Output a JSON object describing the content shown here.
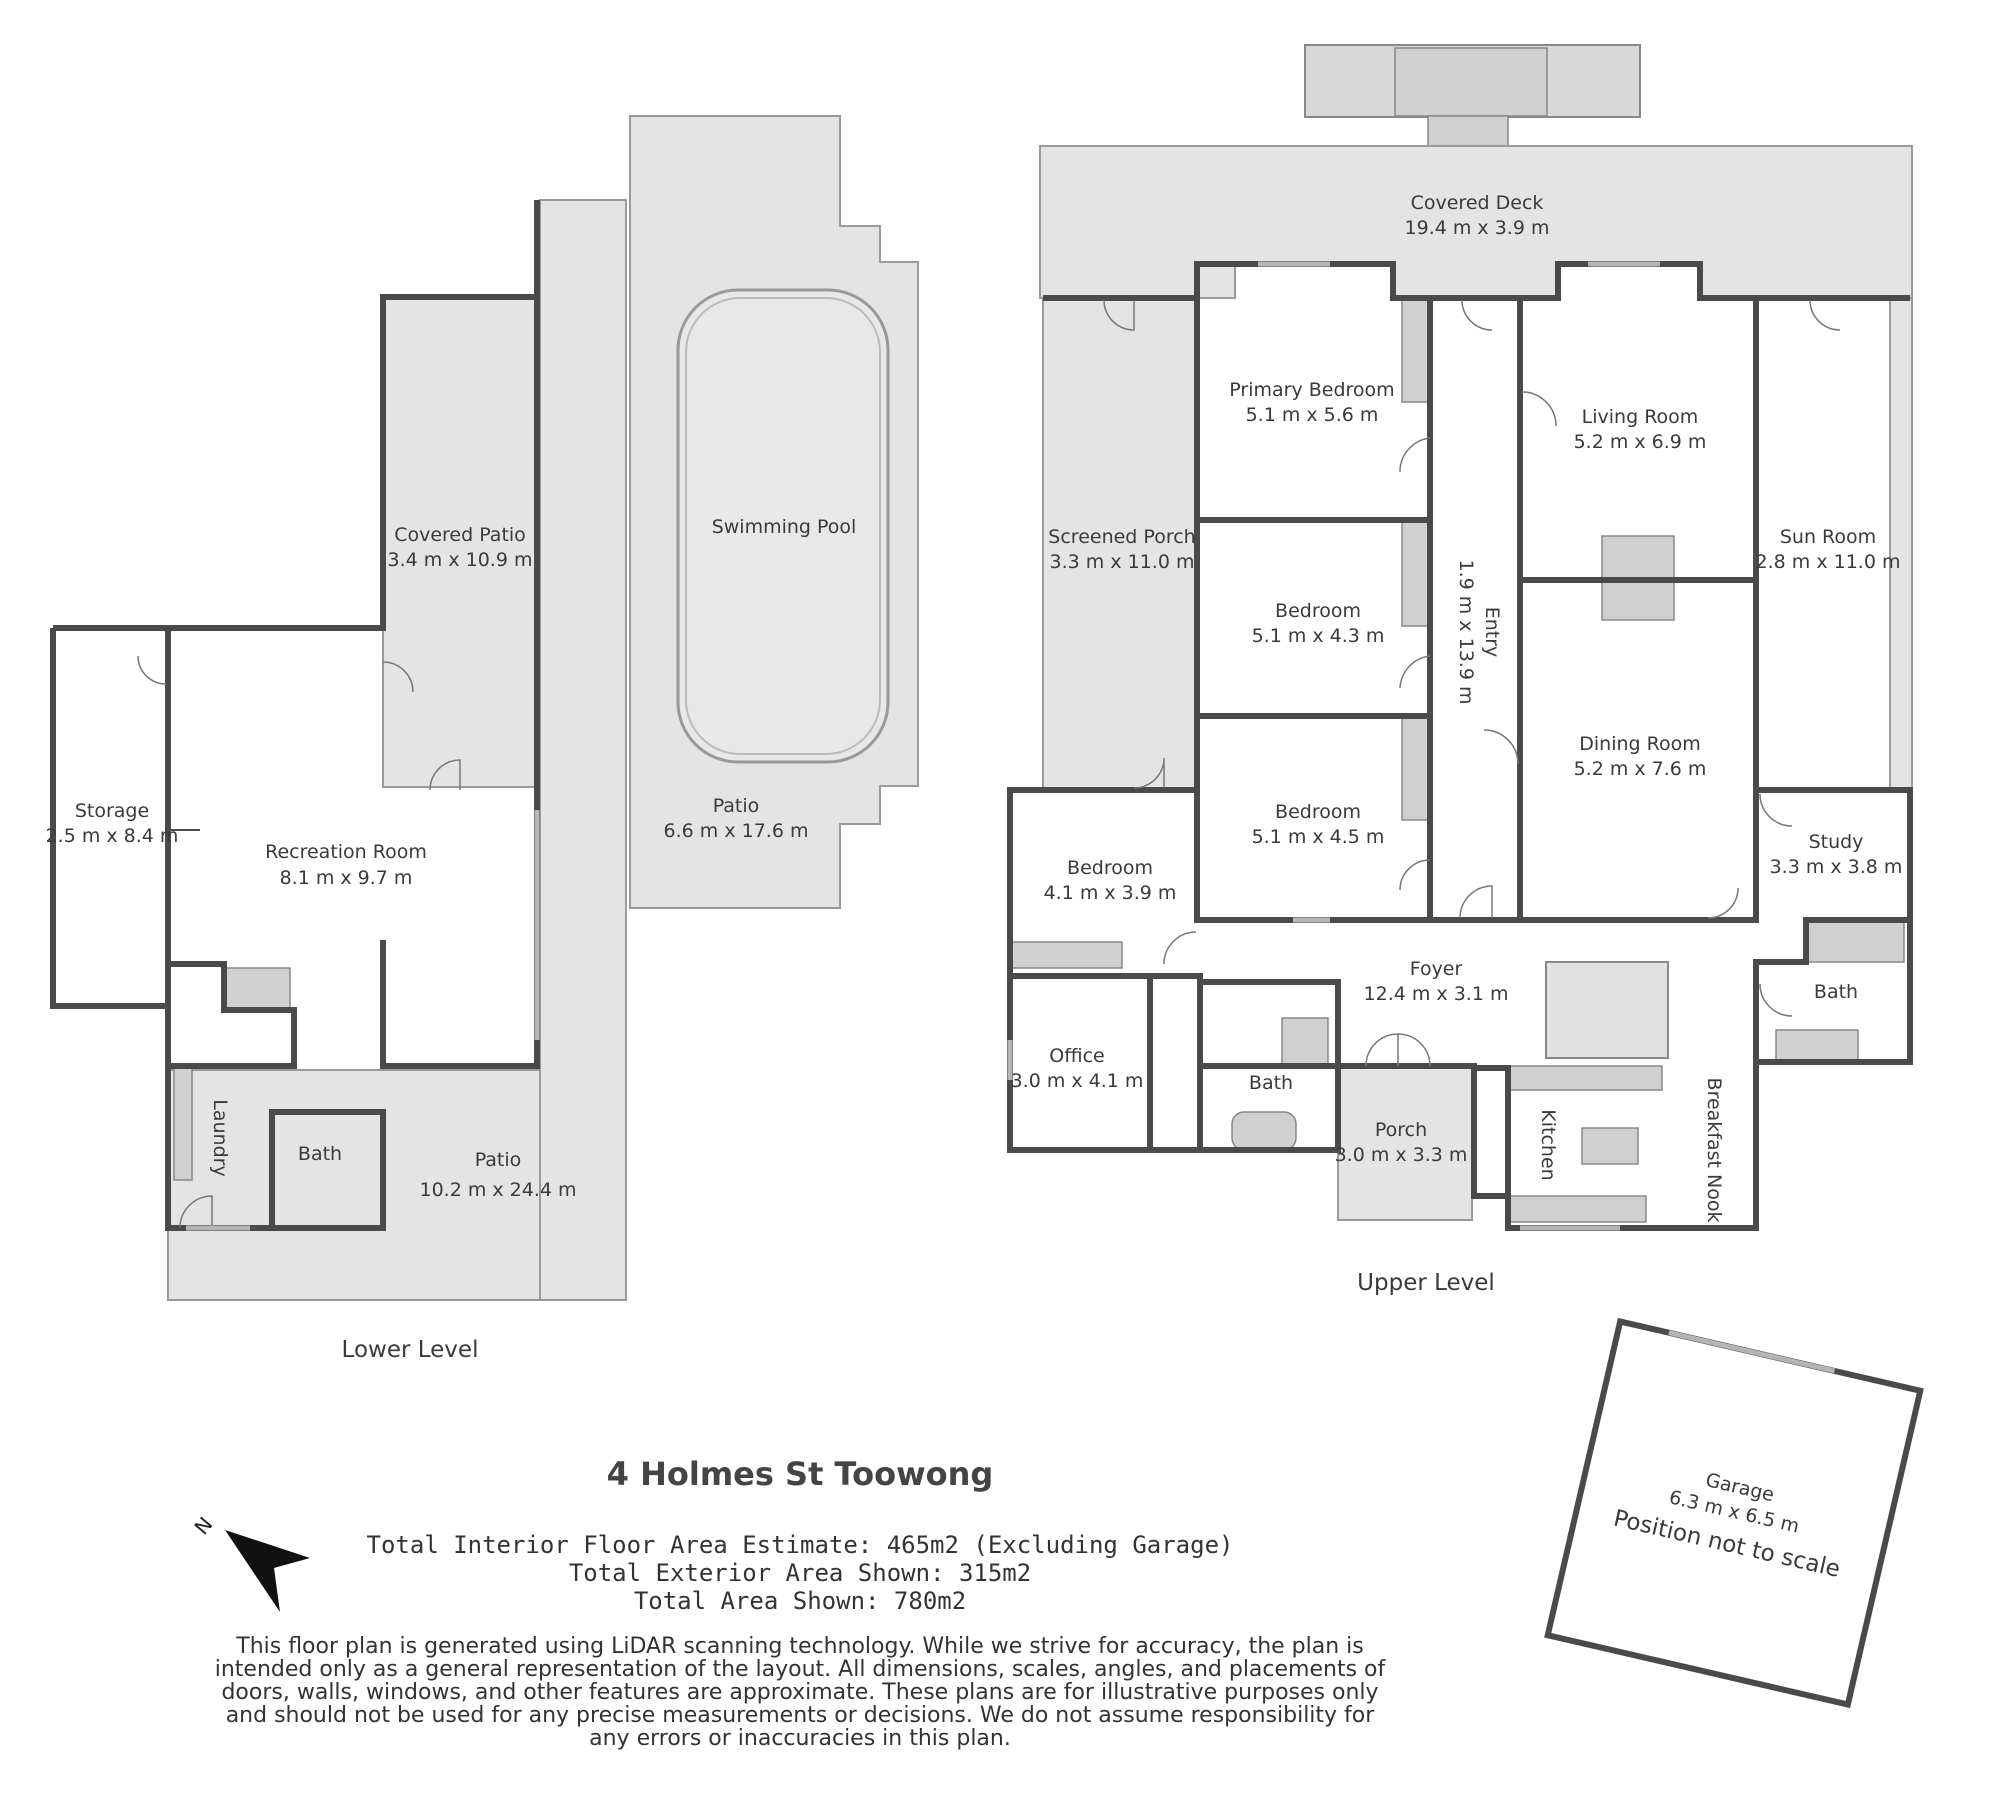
{
  "lower_level": {
    "title": "Lower Level",
    "rooms": [
      {
        "name": "Covered Patio",
        "dims": "3.4 m x 10.9 m"
      },
      {
        "name": "Swimming Pool",
        "dims": ""
      },
      {
        "name": "Patio",
        "dims": "6.6 m x 17.6 m"
      },
      {
        "name": "Storage",
        "dims": "2.5 m x 8.4 m"
      },
      {
        "name": "Recreation Room",
        "dims": "8.1 m x 9.7 m"
      },
      {
        "name": "Laundry",
        "dims": ""
      },
      {
        "name": "Bath",
        "dims": ""
      },
      {
        "name": "Patio",
        "dims": "10.2 m x 24.4 m"
      }
    ]
  },
  "upper_level": {
    "title": "Upper Level",
    "rooms": [
      {
        "name": "Covered Deck",
        "dims": "19.4 m x 3.9 m"
      },
      {
        "name": "Primary Bedroom",
        "dims": "5.1 m x 5.6 m"
      },
      {
        "name": "Living Room",
        "dims": "5.2 m x 6.9 m"
      },
      {
        "name": "Screened Porch",
        "dims": "3.3 m x 11.0 m"
      },
      {
        "name": "Sun Room",
        "dims": "2.8 m x 11.0 m"
      },
      {
        "name": "Bedroom",
        "dims": "5.1 m x 4.3 m"
      },
      {
        "name": "Entry",
        "dims": "1.9 m x 13.9 m"
      },
      {
        "name": "Dining Room",
        "dims": "5.2 m x 7.6 m"
      },
      {
        "name": "Bedroom",
        "dims": "5.1 m x 4.5 m"
      },
      {
        "name": "Bedroom",
        "dims": "4.1 m x 3.9 m"
      },
      {
        "name": "Study",
        "dims": "3.3 m x 3.8 m"
      },
      {
        "name": "Foyer",
        "dims": "12.4 m x 3.1 m"
      },
      {
        "name": "Bath",
        "dims": ""
      },
      {
        "name": "Office",
        "dims": "3.0 m x 4.1 m"
      },
      {
        "name": "Bath",
        "dims": ""
      },
      {
        "name": "Porch",
        "dims": "3.0 m x 3.3 m"
      },
      {
        "name": "Kitchen",
        "dims": ""
      },
      {
        "name": "Breakfast Nook",
        "dims": ""
      }
    ]
  },
  "garage": {
    "name": "Garage",
    "dims": "6.3 m x 6.5 m",
    "note": "Position not to scale"
  },
  "compass": {
    "label": "N"
  },
  "address": "4 Holmes St Toowong",
  "areas": [
    "Total Interior Floor Area Estimate: 465m2 (Excluding Garage)",
    "Total Exterior Area Shown: 315m2",
    "Total Area Shown: 780m2"
  ],
  "disclaimer": [
    "This floor plan is generated using LiDAR scanning technology. While we strive for accuracy, the plan is",
    "intended only as a general representation of the layout. All dimensions, scales, angles, and placements of",
    "doors, walls, windows, and other features are approximate. These plans are for illustrative purposes only",
    "and should not be used for any precise measurements or decisions. We do not assume responsibility for",
    "any errors or inaccuracies in this plan."
  ]
}
